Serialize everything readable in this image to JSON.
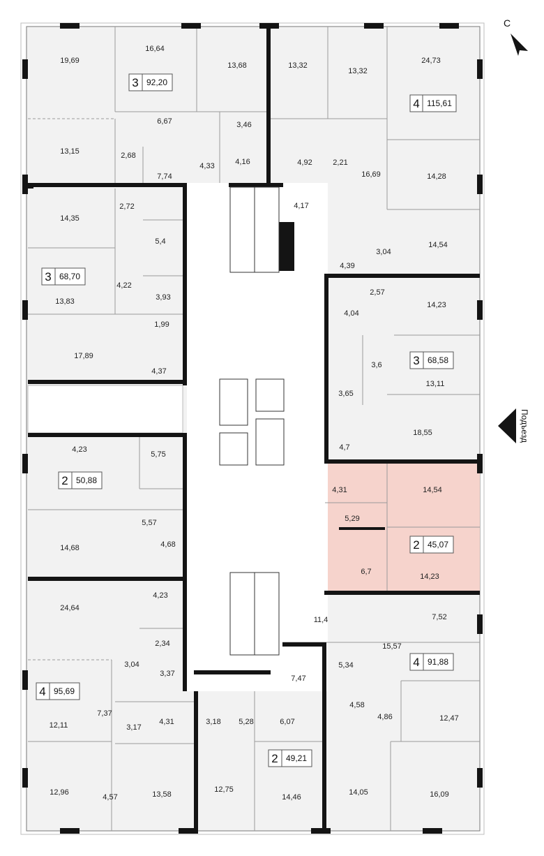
{
  "compass": {
    "label": "С"
  },
  "entrance": {
    "label": "Подъезд"
  },
  "colors": {
    "highlight": "#f6d3cc",
    "wall": "#141414",
    "floor": "#f2f2f2",
    "outline": "#bdbdbd"
  },
  "apartments": [
    {
      "rooms": "3",
      "area": "92,20"
    },
    {
      "rooms": "4",
      "area": "115,61"
    },
    {
      "rooms": "3",
      "area": "68,70"
    },
    {
      "rooms": "3",
      "area": "68,58"
    },
    {
      "rooms": "2",
      "area": "50,88"
    },
    {
      "rooms": "2",
      "area": "45,07",
      "highlighted": true
    },
    {
      "rooms": "4",
      "area": "91,88"
    },
    {
      "rooms": "4",
      "area": "95,69"
    },
    {
      "rooms": "2",
      "area": "49,21"
    }
  ],
  "rooms": [
    "19,69",
    "16,64",
    "13,68",
    "13,32",
    "13,32",
    "24,73",
    "6,67",
    "3,46",
    "13,15",
    "2,68",
    "7,74",
    "4,33",
    "4,16",
    "4,92",
    "2,21",
    "16,69",
    "14,28",
    "14,35",
    "2,72",
    "4,17",
    "5,4",
    "14,54",
    "3,04",
    "4,39",
    "4,22",
    "13,83",
    "3,93",
    "2,57",
    "14,23",
    "1,99",
    "4,04",
    "17,89",
    "4,37",
    "3,6",
    "13,11",
    "3,65",
    "18,55",
    "4,7",
    "4,23",
    "5,75",
    "4,31",
    "14,54",
    "5,29",
    "5,57",
    "14,68",
    "4,68",
    "6,7",
    "14,23",
    "24,64",
    "4,23",
    "7,52",
    "11,4",
    "15,57",
    "2,34",
    "3,04",
    "5,34",
    "3,37",
    "7,47",
    "4,58",
    "7,37",
    "4,86",
    "12,47",
    "12,11",
    "3,17",
    "4,31",
    "3,18",
    "5,28",
    "6,07",
    "12,96",
    "4,57",
    "13,58",
    "12,75",
    "14,46",
    "14,05",
    "16,09"
  ]
}
